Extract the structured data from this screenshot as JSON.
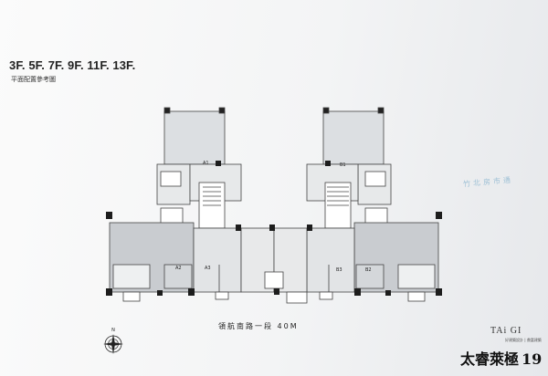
{
  "header": {
    "floors": "3F. 5F. 7F. 9F. 11F. 13F.",
    "subtitle": "平面配置參考圖"
  },
  "units": [
    "A1",
    "B1",
    "A2",
    "A3",
    "B3",
    "B2"
  ],
  "footer": {
    "road": "領航南路一段 40M",
    "logo": "TAi GI",
    "logo_tagline": "好建築設計 | 鼎富建築",
    "brand": "太睿萊極",
    "brand_number": "19"
  },
  "watermark": "竹北房市通"
}
